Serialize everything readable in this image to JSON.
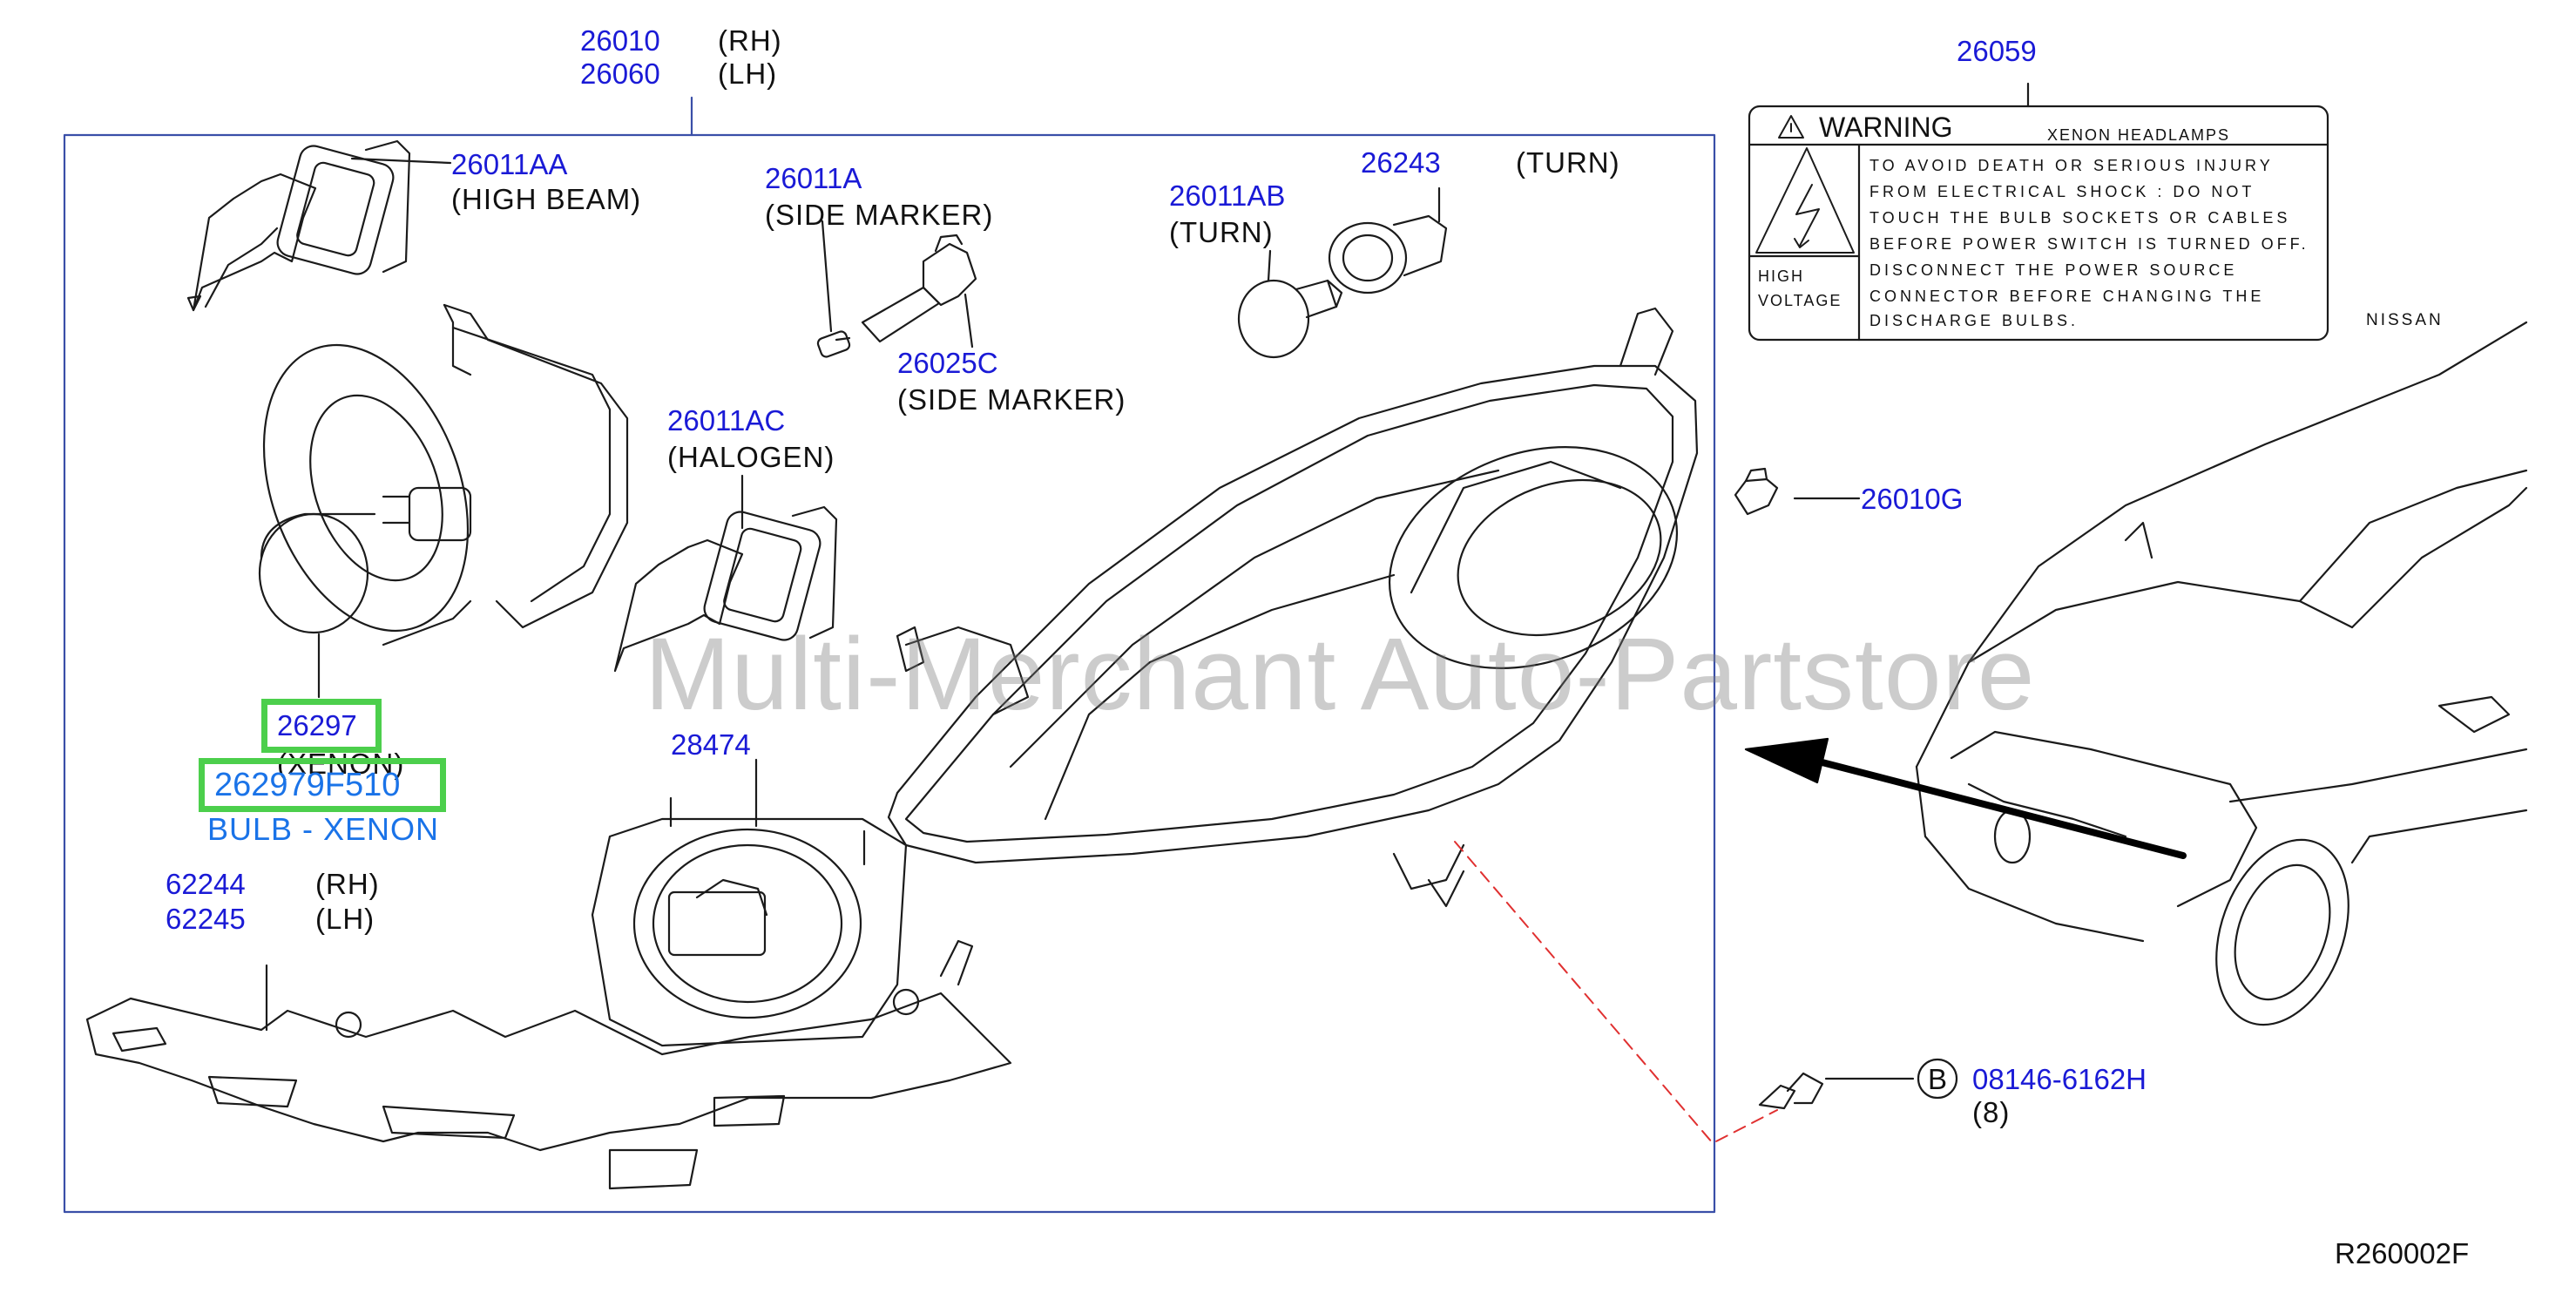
{
  "header": {
    "part_number_rh": "26010",
    "side_rh": "(RH)",
    "part_number_lh": "26060",
    "side_lh": "(LH)"
  },
  "callouts": {
    "p26011AA": {
      "number": "26011AA",
      "desc": "(HIGH  BEAM)"
    },
    "p26011A": {
      "number": "26011A",
      "desc": "(SIDE  MARKER)"
    },
    "p26025C": {
      "number": "26025C",
      "desc": "(SIDE  MARKER)"
    },
    "p26011AB": {
      "number": "26011AB",
      "desc": "(TURN)"
    },
    "p26243": {
      "number": "26243",
      "desc": "(TURN)"
    },
    "p26011AC": {
      "number": "26011AC",
      "desc": "(HALOGEN)"
    },
    "p26297": {
      "number": "26297",
      "desc": "(XENON)"
    },
    "p28474": {
      "number": "28474"
    },
    "p62244": {
      "number": "62244",
      "side": "(RH)"
    },
    "p62245": {
      "number": "62245",
      "side": "(LH)"
    },
    "p26059": {
      "number": "26059"
    },
    "p26010G": {
      "number": "26010G"
    },
    "bolt": {
      "circle_letter": "B",
      "number": "08146-6162H",
      "qty": "(8)"
    }
  },
  "selected_part": {
    "oem_number": "262979F510",
    "name": "BULB - XENON"
  },
  "warning_label": {
    "title": "WARNING",
    "subtitle": "XENON  HEADLAMPS",
    "side": [
      "HIGH",
      "VOLTAGE"
    ],
    "lines": [
      "TO  AVOID  DEATH  OR  SERIOUS  INJURY",
      "FROM  ELECTRICAL  SHOCK  :  DO  NOT",
      "TOUCH  THE  BULB  SOCKETS  OR  CABLES",
      "BEFORE  POWER  SWITCH  IS  TURNED  OFF.",
      "DISCONNECT  THE  POWER  SOURCE",
      "CONNECTOR  BEFORE  CHANGING  THE",
      "DISCHARGE  BULBS."
    ]
  },
  "brand": "NISSAN",
  "watermark": "Multi-Merchant Auto-Partstore",
  "diagram_code": "R260002F",
  "colors": {
    "part_number": "#1a1ad6",
    "selected": "#1a73e8",
    "highlight": "#4ccf4c",
    "frame": "#3a4fa8",
    "leader_dashed": "#e03030"
  }
}
